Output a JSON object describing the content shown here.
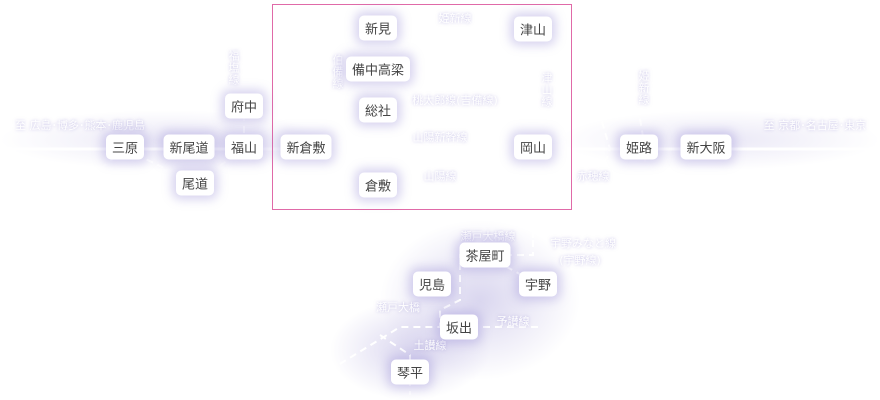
{
  "colors": {
    "highlight_frame": "#e06aa8",
    "glow": "#8c82d2",
    "line": "#ffffff"
  },
  "stations": {
    "mihara": "三原",
    "shin_onomichi": "新尾道",
    "fukuyama": "福山",
    "fuchu": "府中",
    "onomichi": "尾道",
    "shin_kurashiki": "新倉敷",
    "niimi": "新見",
    "bicchu_takahashi": "備中高梁",
    "soja": "総社",
    "kurashiki": "倉敷",
    "tsuyama": "津山",
    "okayama": "岡山",
    "himeji": "姫路",
    "shin_osaka": "新大阪",
    "chayamachi": "茶屋町",
    "uno": "宇野",
    "kojima": "児島",
    "sakaide": "坂出",
    "kotohira": "琴平"
  },
  "lines": {
    "fukuen": "福塩線",
    "kishin_top": "姫新線",
    "hakubi": "伯備線",
    "momotaro": "桃太郎線(吉備線)",
    "sanyo_shinkansen": "山陽新幹線",
    "sanyo": "山陽線",
    "tsuyama": "津山線",
    "kishin_right": "姫新線",
    "ako": "赤穂線",
    "seto_ohashi_line": "瀬戸大橋線",
    "uno_minato": "宇野みなと線",
    "uno_minato_alt": "(宇野線)",
    "seto_ohashi": "瀬戸大橋",
    "yosan": "予讃線",
    "dosan": "土讃線"
  },
  "directions": {
    "west": "至 広島･博多･熊本･鹿児島",
    "east": "至 京都･名古屋･東京"
  }
}
